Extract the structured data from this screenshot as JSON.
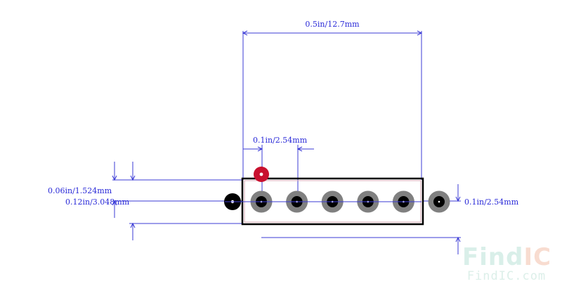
{
  "dimensions": {
    "width_label": "0.5in/12.7mm",
    "pitch_label": "0.1in/2.54mm",
    "pad_diameter_label": "0.06in/1.524mm",
    "row_offset_label": "0.12in/3.048mm",
    "height_label": "0.1in/2.54mm"
  },
  "pins": {
    "count": 6
  },
  "colors": {
    "dimension_line": "#3b3bd6",
    "outline": "#000000",
    "pad_ring": "#808080",
    "pad_drill": "#000000",
    "pin1_marker": "#c8102e",
    "mount_hole": "#000000"
  },
  "watermark": {
    "brand_a": "Find",
    "brand_b": "IC",
    "url": "FindIC.com"
  }
}
